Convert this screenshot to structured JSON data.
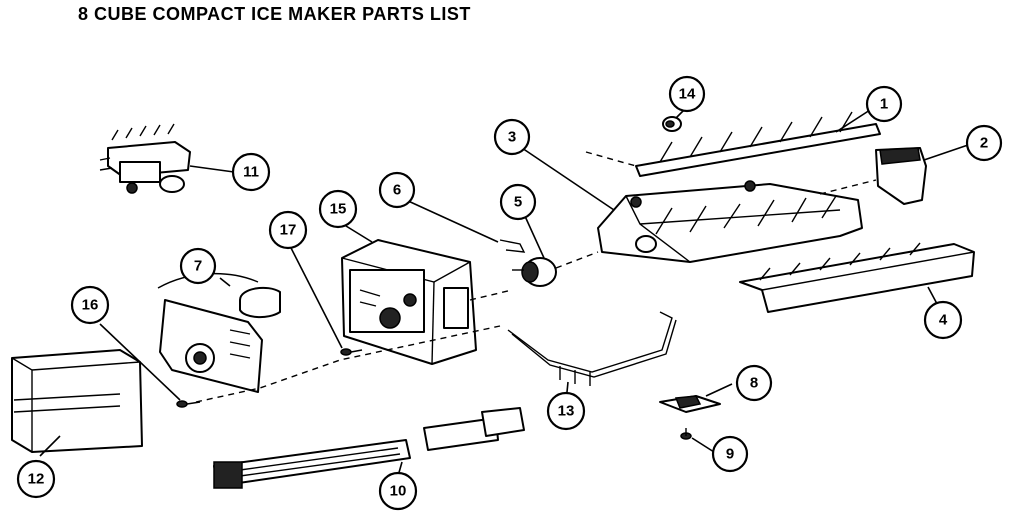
{
  "title": "8 CUBE COMPACT ICE MAKER PARTS LIST",
  "callouts": [
    {
      "id": "1",
      "label": "1"
    },
    {
      "id": "2",
      "label": "2"
    },
    {
      "id": "3",
      "label": "3"
    },
    {
      "id": "4",
      "label": "4"
    },
    {
      "id": "5",
      "label": "5"
    },
    {
      "id": "6",
      "label": "6"
    },
    {
      "id": "7",
      "label": "7"
    },
    {
      "id": "8",
      "label": "8"
    },
    {
      "id": "9",
      "label": "9"
    },
    {
      "id": "10",
      "label": "10"
    },
    {
      "id": "11",
      "label": "11"
    },
    {
      "id": "12",
      "label": "12"
    },
    {
      "id": "13",
      "label": "13"
    },
    {
      "id": "14",
      "label": "14"
    },
    {
      "id": "15",
      "label": "15"
    },
    {
      "id": "16",
      "label": "16"
    },
    {
      "id": "17",
      "label": "17"
    }
  ]
}
